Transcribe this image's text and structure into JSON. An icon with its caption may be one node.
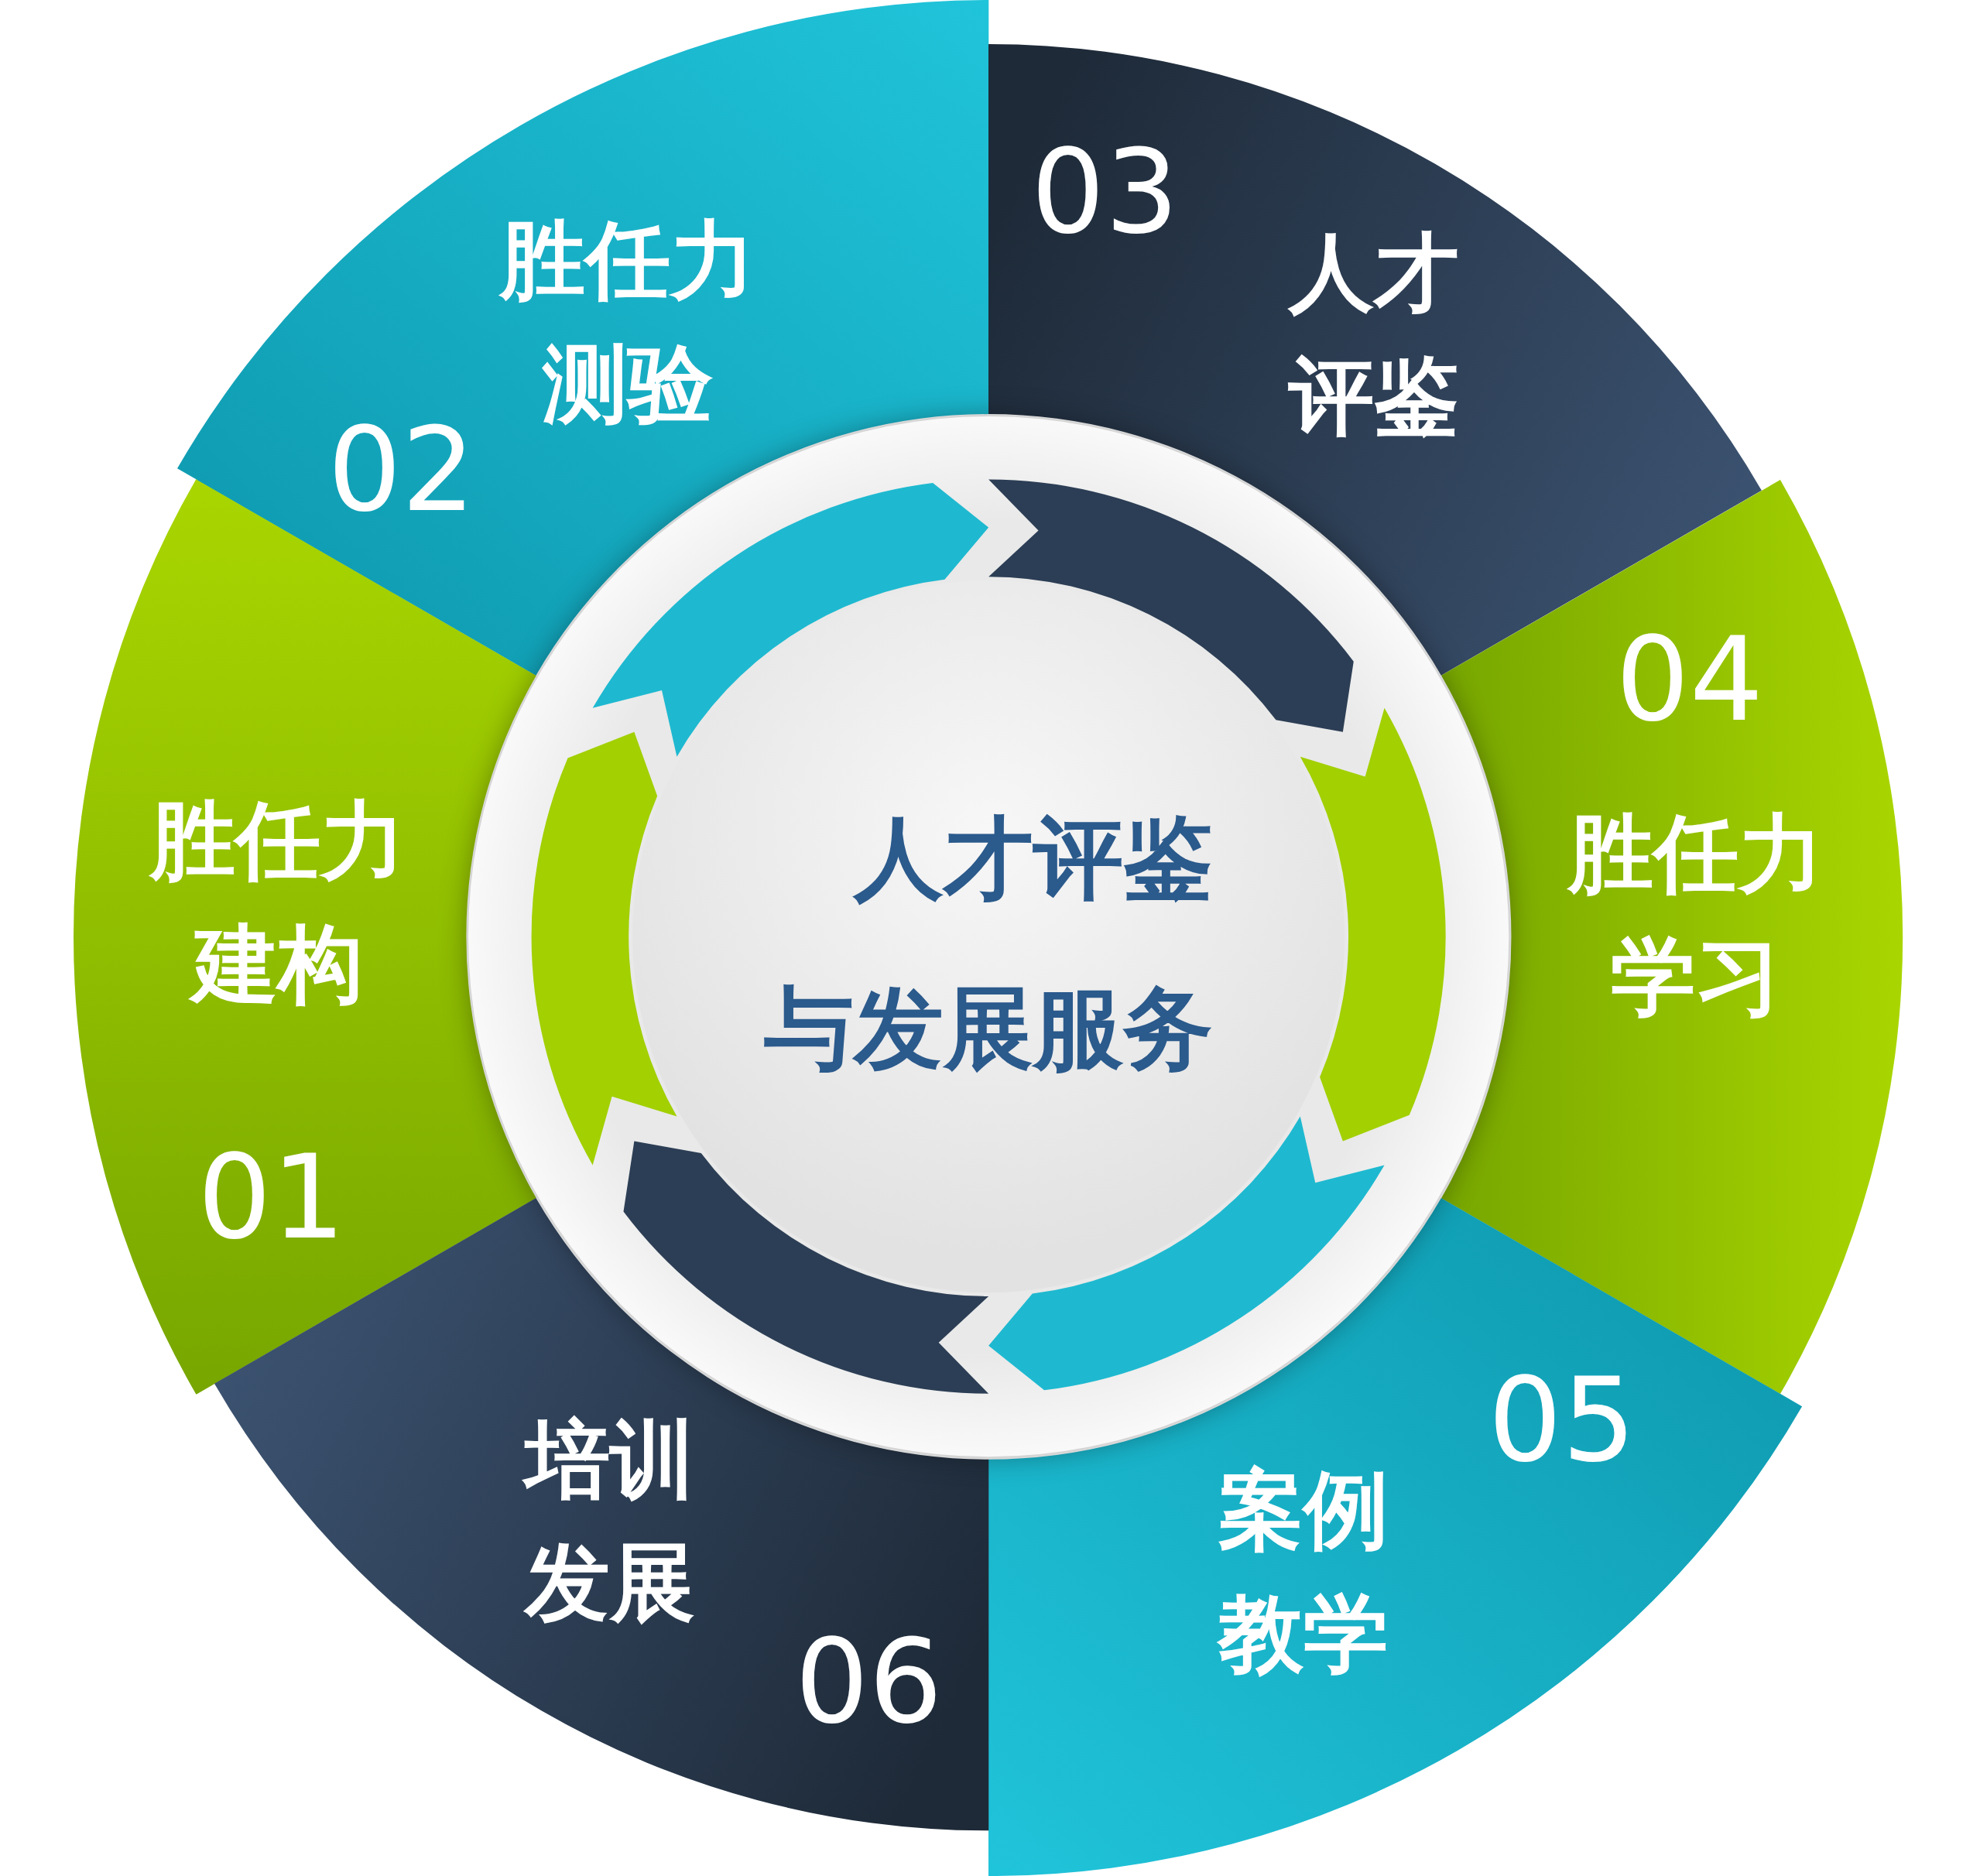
{
  "diagram": {
    "nodes": [
      {
        "text": [
          "胜任力建构",
          "01"
        ]
      },
      {
        "text": [
          "胜任力测验",
          "02"
        ]
      },
      {
        "text": [
          "03",
          "人才评鉴"
        ]
      },
      {
        "text": [
          "04",
          "胜任力学习"
        ]
      },
      {
        "text": [
          "05",
          "案例教学"
        ]
      },
      {
        "text": [
          "培训发展",
          "06"
        ]
      },
      {
        "text": [
          "人才评鉴与发展服务"
        ]
      }
    ]
  }
}
